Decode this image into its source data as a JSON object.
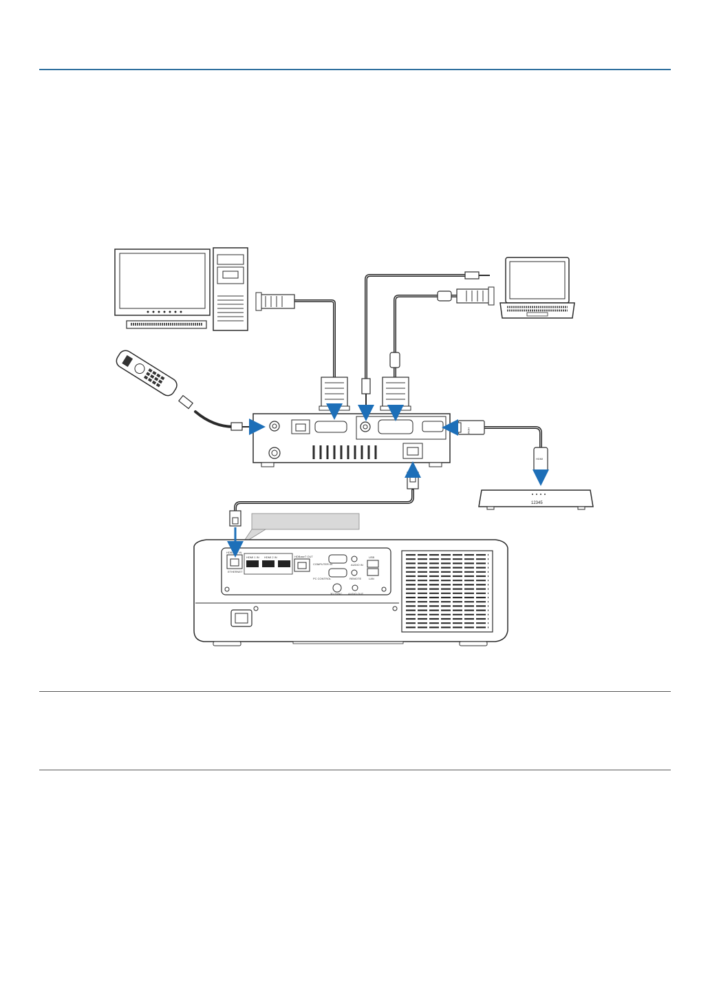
{
  "colors": {
    "accent_rule": "#2e6f9e",
    "arrow": "#1d6fb8",
    "device_fill": "#ffffff",
    "device_stroke": "#2a2a2a",
    "cable": "#2a2a2a",
    "callout_fill": "#d9d9d9"
  },
  "labels": {
    "hdmi_plug": "HDMI",
    "box_brand": "12345",
    "hdbaset_port": "HDBaseT IN",
    "ethernet": "ETHERNET",
    "hdmi1": "HDMI 1 IN",
    "hdmi2": "HDMI 2 IN",
    "hdbaset_out": "HDBaseT OUT",
    "computer_in": "COMPUTER IN",
    "audio_in": "AUDIO IN",
    "pc_control": "PC CONTROL",
    "remote": "REMOTE",
    "lan": "LAN",
    "usb": "USB",
    "trig": "3D SYNC",
    "audio_out": "AUDIO OUT"
  },
  "icons": {
    "desktop_pc": "desktop-computer-icon",
    "laptop": "laptop-icon",
    "remote": "remote-control-icon",
    "transmitter": "hdbaset-transmitter-icon",
    "media_box": "media-player-icon",
    "projector": "projector-rear-panel-icon"
  }
}
